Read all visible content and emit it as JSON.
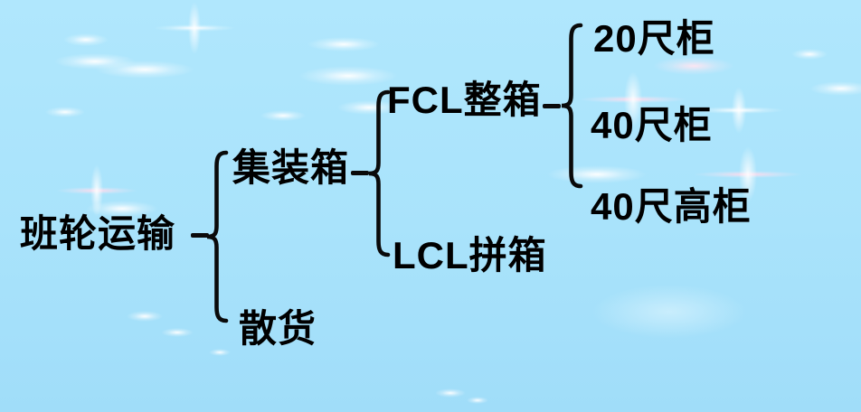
{
  "slide": {
    "type": "tree-diagram",
    "colors": {
      "background": "#a9e3fb",
      "text": "#000000",
      "line": "#0a0a0a"
    }
  },
  "tree": {
    "label": "班轮运输",
    "children": [
      {
        "label": "集装箱",
        "children": [
          {
            "label": "FCL整箱",
            "children": [
              {
                "label": "20尺柜"
              },
              {
                "label": "40尺柜"
              },
              {
                "label": "40尺高柜"
              }
            ]
          },
          {
            "label": "LCL拼箱"
          }
        ]
      },
      {
        "label": "散货"
      }
    ]
  }
}
